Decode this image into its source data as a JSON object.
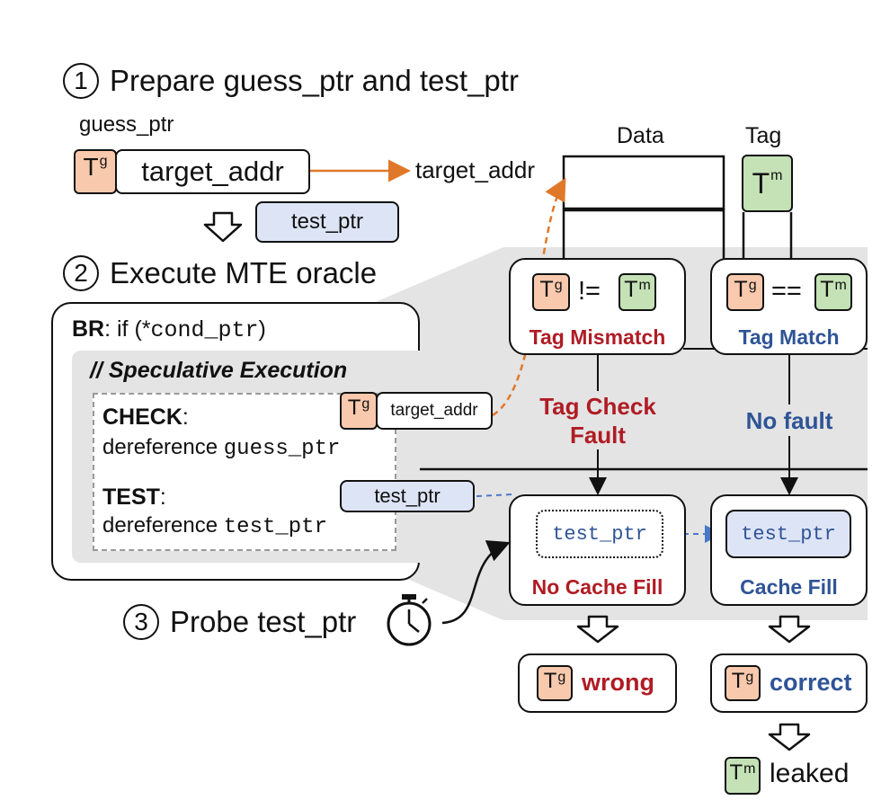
{
  "step1": {
    "number": "1",
    "text": "Prepare guess_ptr and test_ptr"
  },
  "step2": {
    "number": "2",
    "text": "Execute MTE oracle"
  },
  "step3": {
    "number": "3",
    "text": "Probe test_ptr"
  },
  "guess_ptr_label": "guess_ptr",
  "guess_target": "target_addr",
  "memory_target": "target_addr",
  "test_ptr_top": "test_ptr",
  "data_header": "Data",
  "tag_header": "Tag",
  "tag_g": {
    "base": "T",
    "sub": "g"
  },
  "tag_m": {
    "base": "T",
    "sub": "m"
  },
  "br": {
    "keyword": "BR",
    "text": ": if (*",
    "code": "cond_ptr",
    "close": ")"
  },
  "spec_title": "// Speculative Execution",
  "check": {
    "keyword": "CHECK",
    "colon": ":",
    "line2_prefix": "dereference ",
    "line2_code": "guess_ptr",
    "pointer_text": "target_addr"
  },
  "test": {
    "keyword": "TEST",
    "colon": ":",
    "line2_prefix": "dereference ",
    "line2_code": "test_ptr",
    "pointer_text": "test_ptr"
  },
  "mismatch": {
    "op": "!=",
    "label": "Tag Mismatch"
  },
  "match": {
    "op": "==",
    "label": "Tag Match"
  },
  "fault_label_1": "Tag Check",
  "fault_label_2": "Fault",
  "nofault_label": "No fault",
  "no_cache": {
    "code": "test_ptr",
    "label": "No Cache Fill"
  },
  "cache": {
    "code": "test_ptr",
    "label": "Cache Fill"
  },
  "result_wrong": "wrong",
  "result_correct": "correct",
  "leaked": "leaked",
  "colors": {
    "tg": "#f8c9ad",
    "tm": "#c4e2b6",
    "ptr": "#dde4f5",
    "red": "#b01c24",
    "blue": "#2f5496",
    "gray": "#e4e4e4"
  }
}
